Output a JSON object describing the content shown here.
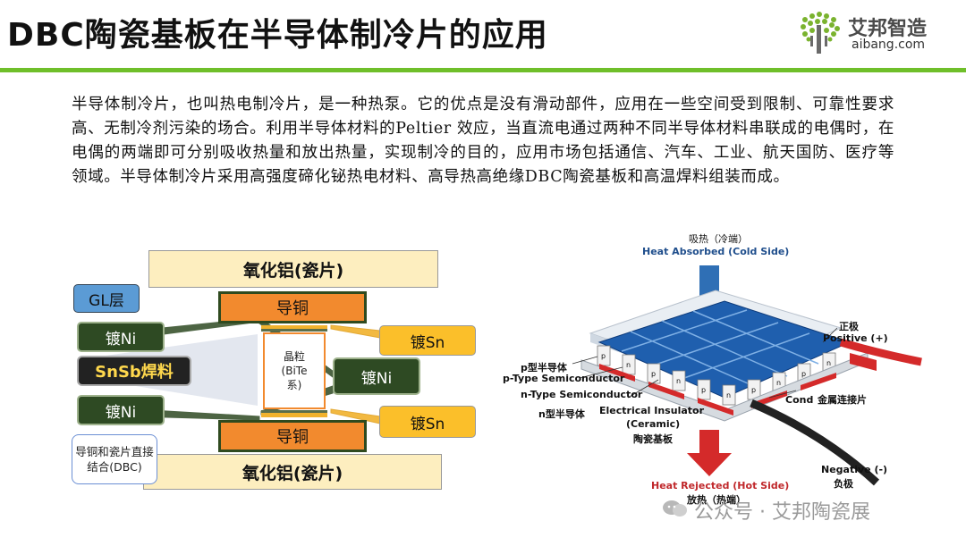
{
  "header": {
    "title": "DBC陶瓷基板在半导体制冷片的应用",
    "accent_color": "#6fbf2a"
  },
  "logo": {
    "name_cn": "艾邦智造",
    "domain": "aibang.com",
    "icon": "dot-tree-logo"
  },
  "intro": {
    "paragraph": "半导体制冷片，也叫热电制冷片，是一种热泵。它的优点是没有滑动部件，应用在一些空间受到限制、可靠性要求高、无制冷剂污染的场合。利用半导体材料的Peltier 效应，当直流电通过两种不同半导体材料串联成的电偶时，在电偶的两端即可分别吸收热量和放出热量，实现制冷的目的，应用市场包括通信、汽车、工业、航天国防、医疗等领域。半导体制冷片采用高强度碲化铋热电材料、高导热高绝缘DBC陶瓷基板和高温焊料组装而成。"
  },
  "structure_diagram": {
    "top_ceramic": "氧化铝(瓷片)",
    "top_copper": "导铜",
    "grain": [
      "晶粒",
      "(BiTe",
      "系)"
    ],
    "bottom_copper": "导铜",
    "bottom_ceramic": "氧化铝(瓷片)",
    "gl_layer": "GL层",
    "ni_top_left": "镀Ni",
    "snsb": "SnSb焊料",
    "ni_bottom_left": "镀Ni",
    "sn_top_right": "镀Sn",
    "ni_right": "镀Ni",
    "sn_bottom_right": "镀Sn",
    "dbc_note": "导铜和瓷片直接结合(DBC)",
    "colors": {
      "ceramic": "#fdeebf",
      "copper": "#f28a2e",
      "dark_tag": "#2e4a23",
      "gold_tag": "#fbbf2a",
      "blue_tag": "#5b9bd5"
    }
  },
  "peltier_diagram": {
    "top_cn": "吸热（冷端）",
    "top_en": "Heat Absorbed (Cold Side)",
    "positive_cn": "正极",
    "positive_en": "Positive (+)",
    "p_cn": "p型半导体",
    "p_en": "p-Type Semiconductor",
    "n_en": "n-Type Semiconductor",
    "n_cn": "n型半导体",
    "insulator_en_1": "Electrical Insulator",
    "insulator_en_2": "(Ceramic)",
    "insulator_cn": "陶瓷基板",
    "conductor_en": "Cond",
    "conductor_cn": "金属连接片",
    "negative_en": "Negative (-)",
    "negative_cn": "负极",
    "bottom_en": "Heat Rejected (Hot Side)",
    "bottom_cn": "放热（热端）",
    "p_mark": "p",
    "n_mark": "n",
    "colors": {
      "cold_arrow": "#2f6fb5",
      "hot_arrow": "#d42a2a",
      "cell_blue": "#1f5fae"
    }
  },
  "watermark": {
    "text": "公众号 · 艾邦陶瓷展",
    "icon": "wechat-icon"
  }
}
